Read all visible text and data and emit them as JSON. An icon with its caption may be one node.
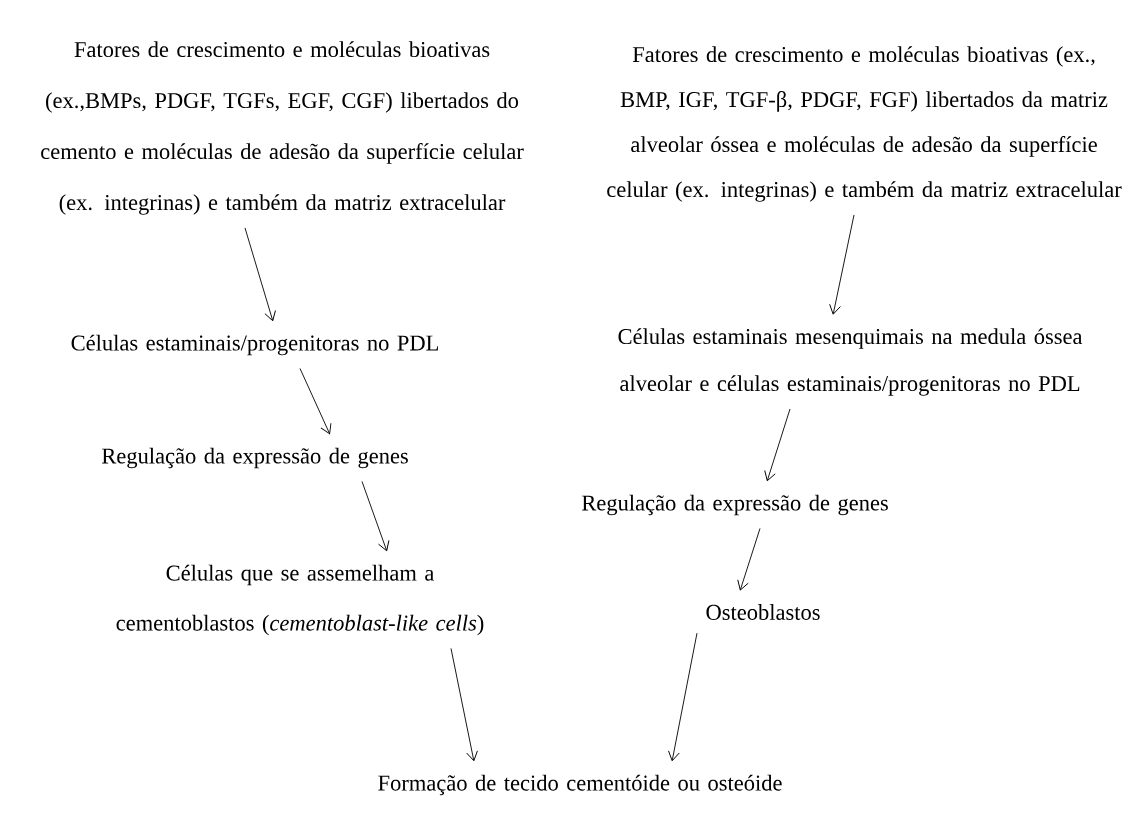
{
  "diagram": {
    "nodes": [
      {
        "text": [
          "Fatores de crescimento e moléculas bioativas (ex.,BMPs, PDGF, TGFs, EGF, CGF) libertados do cemento e moléculas de adesão da superfície celular (ex. integrinas) e também da matriz extracelular"
        ]
      },
      {
        "text": [
          "Células estaminais/progenitoras no PDL"
        ]
      },
      {
        "text": [
          "Regulação da expressão de genes"
        ]
      },
      {
        "text": [
          "Células que se assemelham a cementoblastos (*cementoblast-like cells*)"
        ]
      },
      {
        "text": [
          "Fatores de crescimento e moléculas bioativas (ex., BMP,  IGF, TGF-β, PDGF, FGF) libertados da matriz alveolar óssea e moléculas de adesão da superfície celular (ex. integrinas) e também da matriz extracelular"
        ]
      },
      {
        "text": [
          "Células estaminais mesenquimais na medula óssea alveolar e células estaminais/progenitoras no PDL"
        ]
      },
      {
        "text": [
          "Regulação da expressão de genes"
        ]
      },
      {
        "text": [
          "Osteoblastos"
        ]
      },
      {
        "text": [
          "Formação de tecido cementóide ou osteóide"
        ]
      }
    ],
    "edges": [
      {
        "from": 0,
        "to": 1,
        "arrow": "to"
      },
      {
        "from": 1,
        "to": 2,
        "arrow": "to"
      },
      {
        "from": 2,
        "to": 3,
        "arrow": "to"
      },
      {
        "from": 4,
        "to": 5,
        "arrow": "to"
      },
      {
        "from": 5,
        "to": 6,
        "arrow": "to"
      },
      {
        "from": 6,
        "to": 7,
        "arrow": "to"
      },
      {
        "from": 3,
        "to": 8,
        "arrow": "to"
      },
      {
        "from": 7,
        "to": 8,
        "arrow": "to"
      }
    ]
  }
}
